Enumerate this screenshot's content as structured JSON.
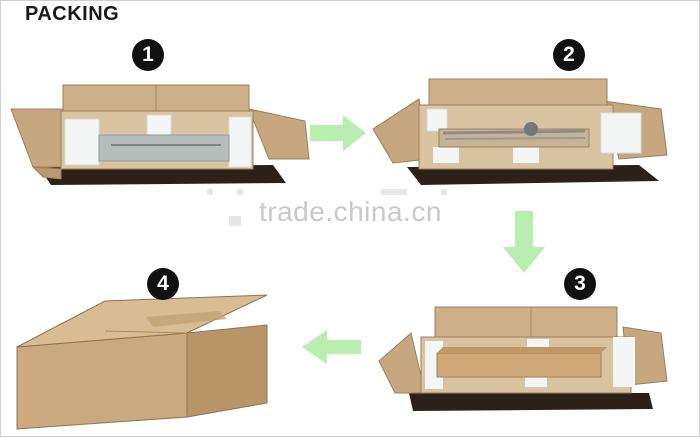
{
  "header": {
    "title": "PACKING"
  },
  "steps": [
    {
      "number": "1"
    },
    {
      "number": "2"
    },
    {
      "number": "3"
    },
    {
      "number": "4"
    }
  ],
  "watermark": "trade.china.cn",
  "colors": {
    "cardboard": "#cdb08a",
    "cardboard_dark": "#a88a62",
    "foam": "#f4f6f6",
    "arrow": "#b8efb0",
    "badge": "#111111"
  },
  "icons": [
    "step-arrow-right-icon",
    "step-arrow-down-icon",
    "step-arrow-left-icon"
  ]
}
